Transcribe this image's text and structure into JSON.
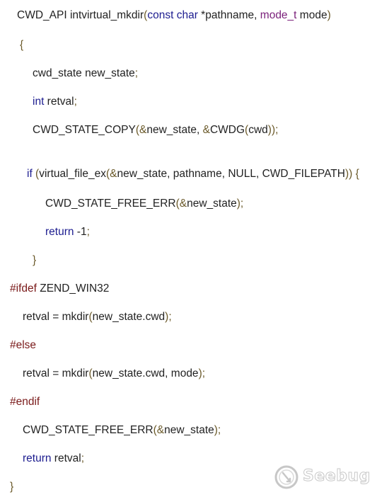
{
  "code": {
    "lines": [
      {
        "indent": 24,
        "tokens": [
          {
            "t": "CWD_API ",
            "k": "id"
          },
          {
            "t": "intvirtual_mkdir",
            "k": "id"
          },
          {
            "t": "(",
            "k": "punc"
          },
          {
            "t": "const",
            "k": "kw"
          },
          {
            "t": " ",
            "k": "id"
          },
          {
            "t": "char",
            "k": "kw"
          },
          {
            "t": " *pathname, ",
            "k": "id"
          },
          {
            "t": "mode_t",
            "k": "type"
          },
          {
            "t": " mode",
            "k": "id"
          },
          {
            "t": ")",
            "k": "punc"
          }
        ]
      },
      {
        "indent": 28,
        "tokens": [
          {
            "t": "{",
            "k": "punc"
          }
        ]
      },
      {
        "indent": 46,
        "tokens": [
          {
            "t": "cwd_state new_state",
            "k": "id"
          },
          {
            "t": ";",
            "k": "punc"
          }
        ]
      },
      {
        "indent": 46,
        "tokens": [
          {
            "t": "int",
            "k": "kw"
          },
          {
            "t": " retval",
            "k": "id"
          },
          {
            "t": ";",
            "k": "punc"
          }
        ]
      },
      {
        "indent": 46,
        "tokens": [
          {
            "t": "CWD_STATE_COPY",
            "k": "id"
          },
          {
            "t": "(&",
            "k": "punc"
          },
          {
            "t": "new_state, ",
            "k": "id"
          },
          {
            "t": "&",
            "k": "punc"
          },
          {
            "t": "CWDG",
            "k": "id"
          },
          {
            "t": "(",
            "k": "punc"
          },
          {
            "t": "cwd",
            "k": "id"
          },
          {
            "t": "));",
            "k": "punc"
          }
        ]
      },
      {
        "indent": 38,
        "tokens": [
          {
            "t": "if",
            "k": "kw"
          },
          {
            "t": " (",
            "k": "punc"
          },
          {
            "t": "virtual_file_ex",
            "k": "id"
          },
          {
            "t": "(&",
            "k": "punc"
          },
          {
            "t": "new_state, pathname, NULL, CWD_FILEPATH",
            "k": "id"
          },
          {
            "t": ")) {",
            "k": "punc"
          }
        ]
      },
      {
        "indent": 64,
        "tokens": [
          {
            "t": "CWD_STATE_FREE_ERR",
            "k": "id"
          },
          {
            "t": "(&",
            "k": "punc"
          },
          {
            "t": "new_state",
            "k": "id"
          },
          {
            "t": ");",
            "k": "punc"
          }
        ]
      },
      {
        "indent": 64,
        "tokens": [
          {
            "t": "return",
            "k": "kw"
          },
          {
            "t": " -1",
            "k": "id"
          },
          {
            "t": ";",
            "k": "punc"
          }
        ]
      },
      {
        "indent": 46,
        "tokens": [
          {
            "t": "}",
            "k": "punc"
          }
        ]
      },
      {
        "indent": 14,
        "tokens": [
          {
            "t": "#ifdef",
            "k": "pp"
          },
          {
            "t": " ZEND_WIN32",
            "k": "id"
          }
        ]
      },
      {
        "indent": 32,
        "tokens": [
          {
            "t": "retval = mkdir",
            "k": "id"
          },
          {
            "t": "(",
            "k": "punc"
          },
          {
            "t": "new_state.cwd",
            "k": "id"
          },
          {
            "t": ");",
            "k": "punc"
          }
        ]
      },
      {
        "indent": 14,
        "tokens": [
          {
            "t": "#else",
            "k": "pp"
          }
        ]
      },
      {
        "indent": 32,
        "tokens": [
          {
            "t": "retval = mkdir",
            "k": "id"
          },
          {
            "t": "(",
            "k": "punc"
          },
          {
            "t": "new_state.cwd, mode",
            "k": "id"
          },
          {
            "t": ");",
            "k": "punc"
          }
        ]
      },
      {
        "indent": 14,
        "tokens": [
          {
            "t": "#endif",
            "k": "pp"
          }
        ]
      },
      {
        "indent": 32,
        "tokens": [
          {
            "t": "CWD_STATE_FREE_ERR",
            "k": "id"
          },
          {
            "t": "(&",
            "k": "punc"
          },
          {
            "t": "new_state",
            "k": "id"
          },
          {
            "t": ");",
            "k": "punc"
          }
        ]
      },
      {
        "indent": 32,
        "tokens": [
          {
            "t": "return",
            "k": "kw"
          },
          {
            "t": " retval",
            "k": "id"
          },
          {
            "t": ";",
            "k": "punc"
          }
        ]
      },
      {
        "indent": 14,
        "tokens": [
          {
            "t": "}",
            "k": "punc"
          }
        ]
      }
    ]
  },
  "watermark": {
    "text": "Seebug",
    "icon": "seebug-logo-icon"
  }
}
